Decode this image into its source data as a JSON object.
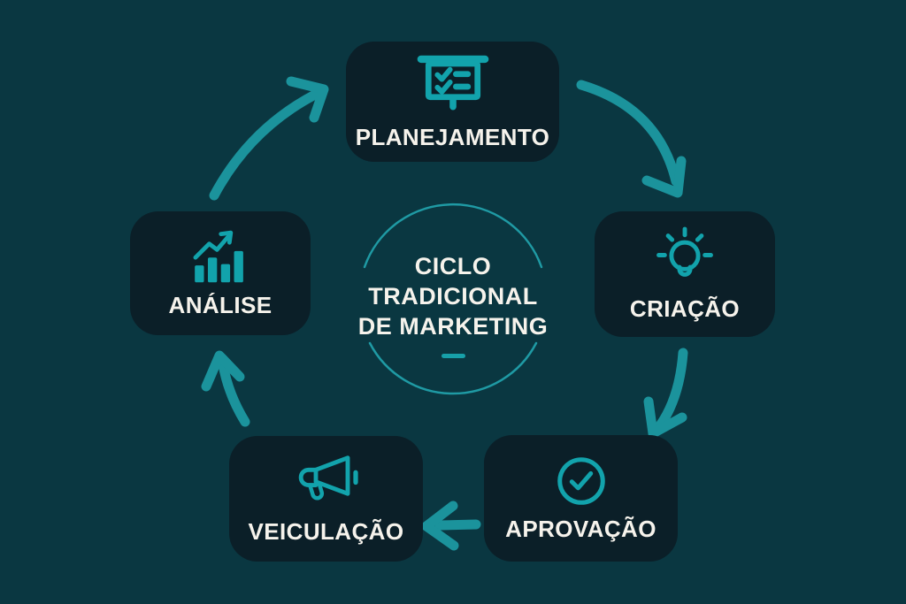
{
  "diagram": {
    "title": {
      "line1": "CICLO",
      "line2": "TRADICIONAL",
      "line3": "DE MARKETING"
    },
    "stages": [
      {
        "label": "PLANEJAMENTO",
        "icon": "presentation-checklist-icon",
        "position": "top"
      },
      {
        "label": "CRIAÇÃO",
        "icon": "lightbulb-icon",
        "position": "right"
      },
      {
        "label": "APROVAÇÃO",
        "icon": "check-circle-icon",
        "position": "bottom-right"
      },
      {
        "label": "VEICULAÇÃO",
        "icon": "megaphone-icon",
        "position": "bottom-left"
      },
      {
        "label": "ANÁLISE",
        "icon": "bar-chart-trend-icon",
        "position": "left"
      }
    ],
    "cycle_order": [
      "PLANEJAMENTO",
      "CRIAÇÃO",
      "APROVAÇÃO",
      "VEICULAÇÃO",
      "ANÁLISE"
    ],
    "colors": {
      "background": "#0a3741",
      "card": "#0b1f28",
      "icon_teal": "#12a3ac",
      "arrow_teal": "#1b939c",
      "text_white": "#f6f3ec"
    }
  }
}
